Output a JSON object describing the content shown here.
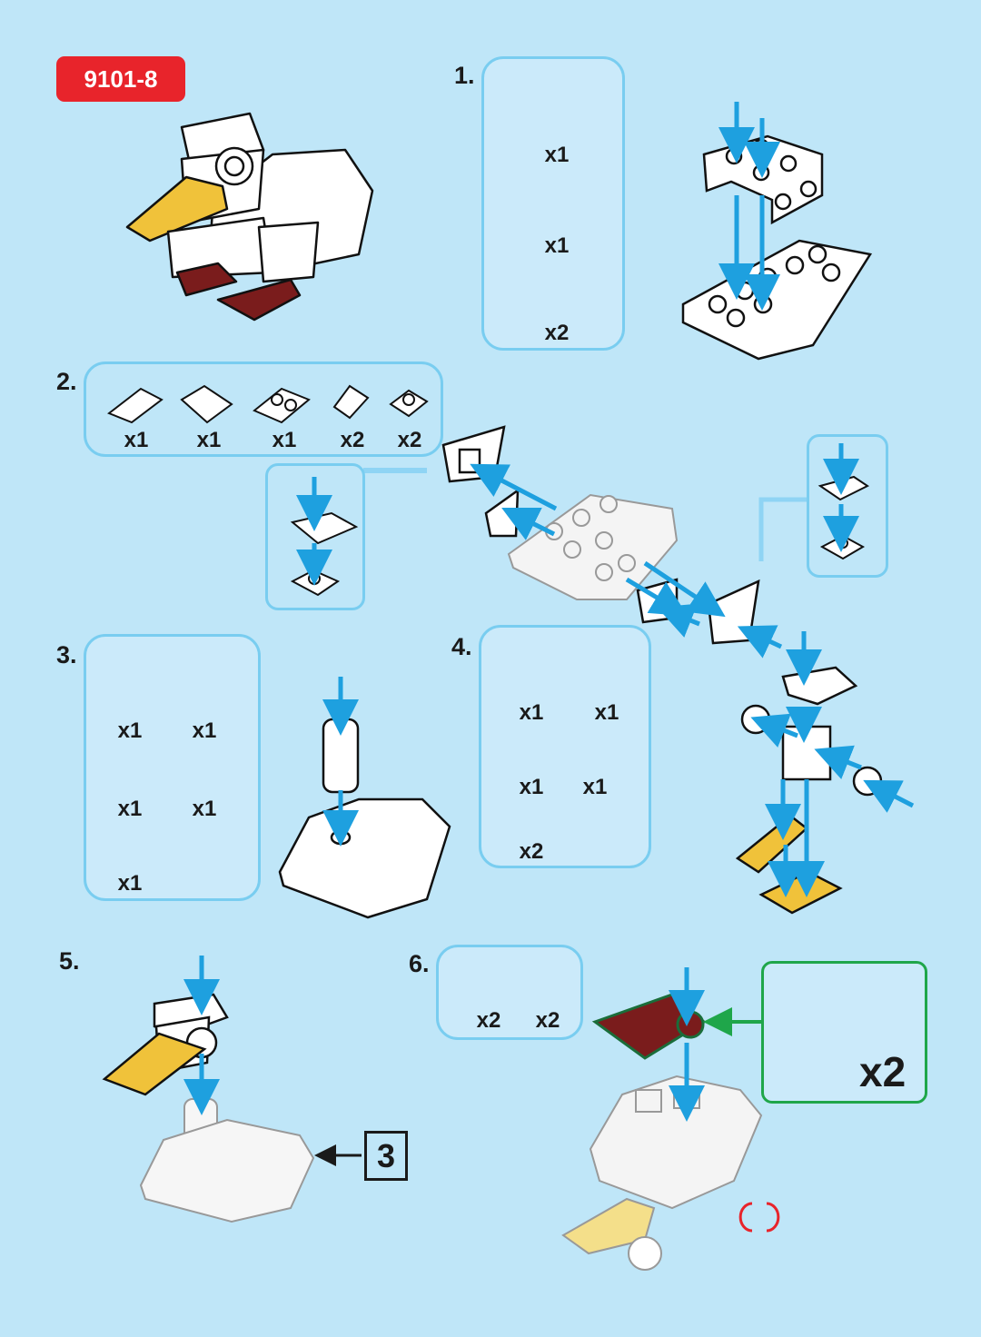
{
  "model_code": "9101-8",
  "steps": [
    {
      "number": "1.",
      "quantities": [
        "x1",
        "x1",
        "x2"
      ]
    },
    {
      "number": "2.",
      "quantities": [
        "x1",
        "x1",
        "x1",
        "x2",
        "x2"
      ]
    },
    {
      "number": "3.",
      "quantities": [
        "x1",
        "x1",
        "x1",
        "x1",
        "x1"
      ]
    },
    {
      "number": "4.",
      "quantities": [
        "x1",
        "x1",
        "x1",
        "x1",
        "x2"
      ]
    },
    {
      "number": "5.",
      "reference": "3"
    },
    {
      "number": "6.",
      "quantities": [
        "x2",
        "x2"
      ],
      "subassembly_multiplier": "x2"
    }
  ],
  "colors": {
    "background": "#bfe6f8",
    "panel_border": "#79cdf0",
    "badge": "#e8242b",
    "arrow": "#1ea0df",
    "beak": "#f0c23a",
    "feet": "#7a1c1c",
    "green": "#1fa64a"
  }
}
